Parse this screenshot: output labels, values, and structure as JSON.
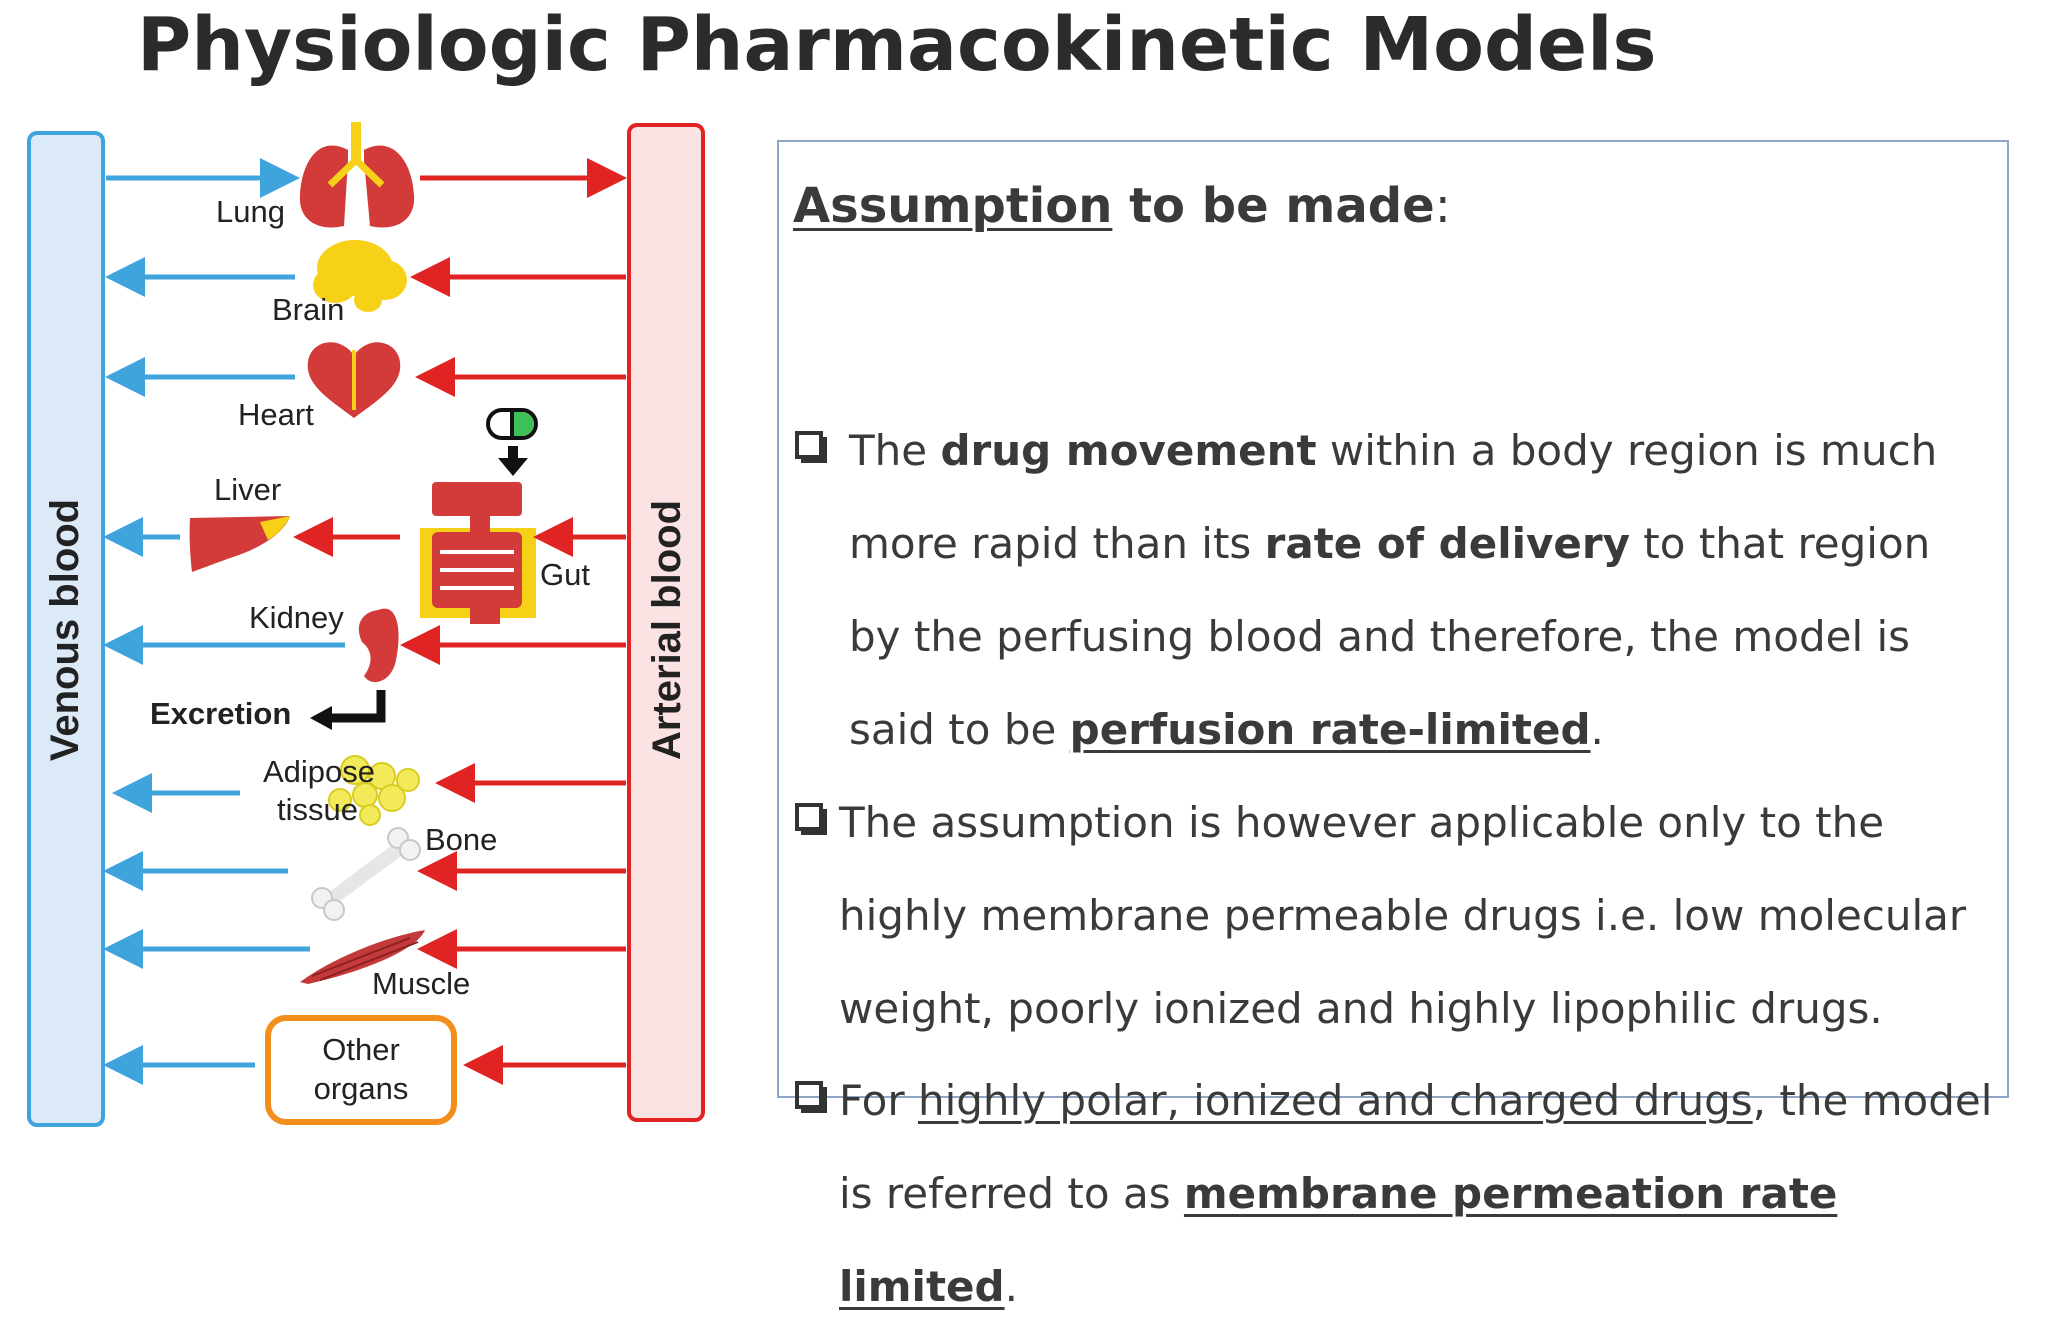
{
  "title": "Physiologic Pharmacokinetic Models",
  "diagram": {
    "venous_label": "Venous blood",
    "arterial_label": "Arterial blood",
    "organs": {
      "lung": "Lung",
      "brain": "Brain",
      "heart": "Heart",
      "liver": "Liver",
      "gut": "Gut",
      "kidney": "Kidney",
      "excretion": "Excretion",
      "adipose_line1": "Adipose",
      "adipose_line2": "tissue",
      "bone": "Bone",
      "muscle": "Muscle",
      "other_line1": "Other",
      "other_line2": "organs"
    },
    "colors": {
      "venous": "#3fa3dc",
      "arterial": "#e02424",
      "organ_red": "#d33a3a",
      "organ_yellow": "#f7d117",
      "other_border": "#f28f1c"
    }
  },
  "panel": {
    "heading": {
      "underlined": "Assumption",
      "rest": " to be made",
      "colon": ":"
    },
    "bullet1": {
      "p1": "The ",
      "b1": "drug movement",
      "p2": " within a body region is much more rapid than its ",
      "b2": "rate of delivery",
      "p3": " to that region by the perfusing blood and therefore, the model is said to be ",
      "b3": "perfusion rate-limited",
      "p4": "."
    },
    "bullet2": {
      "text": "The assumption is however applicable only to the highly membrane permeable drugs i.e. low molecular weight, poorly ionized and highly lipophilic drugs."
    },
    "bullet3": {
      "p1": "For ",
      "u1": "highly polar, ionized and charged drugs",
      "p2": ", the model is referred to as ",
      "b1": "membrane permeation rate limited",
      "p3": "."
    }
  }
}
